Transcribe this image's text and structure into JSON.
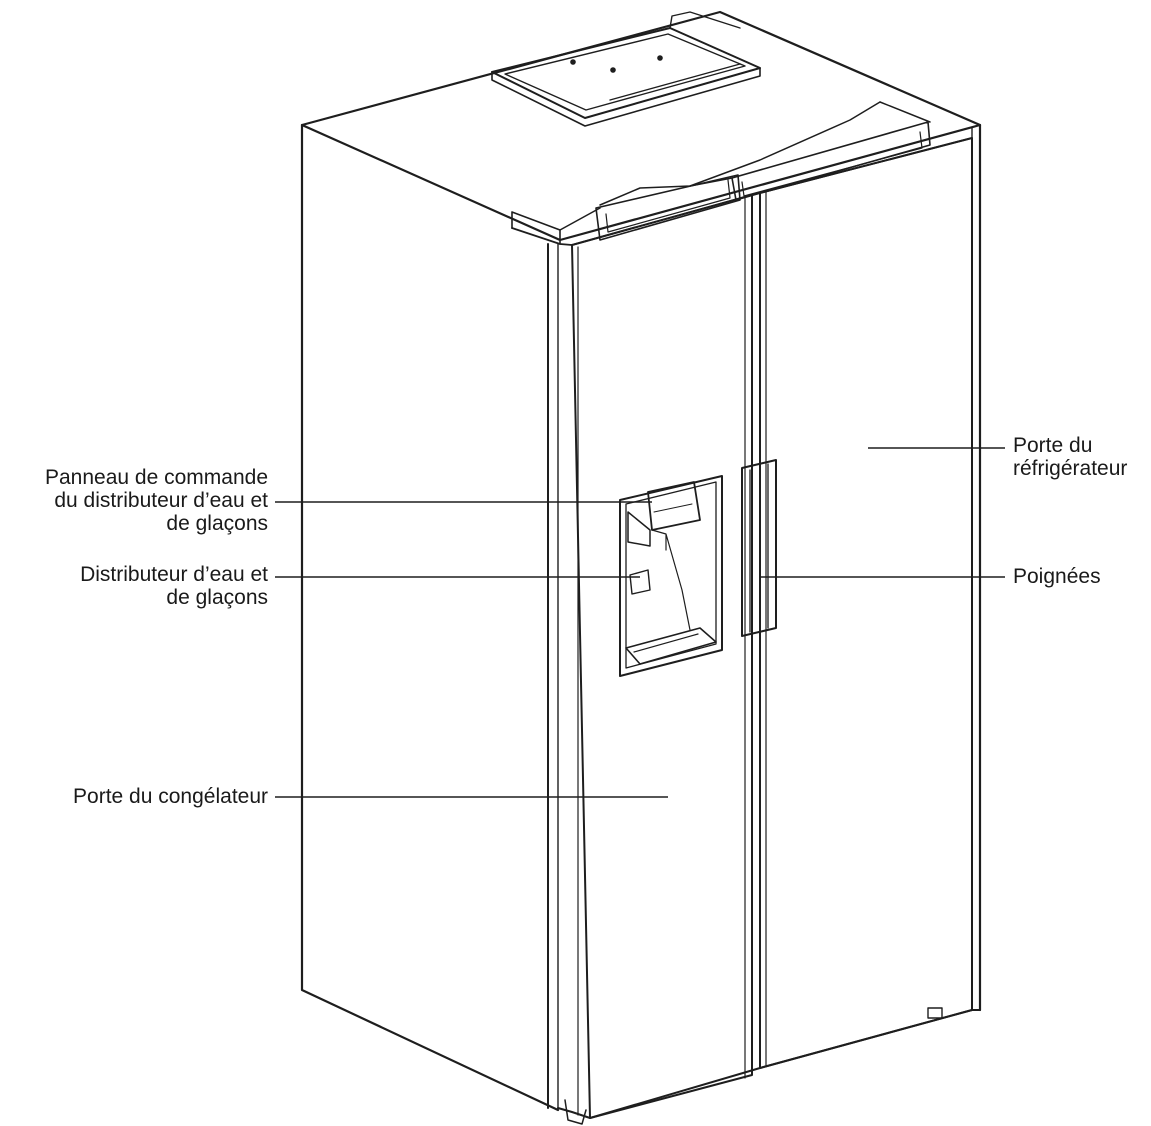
{
  "callouts": {
    "control_panel": [
      "Panneau de commande",
      "du distributeur d’eau et",
      "de glaçons"
    ],
    "dispenser": [
      "Distributeur d’eau et",
      "de glaçons"
    ],
    "freezer_door": [
      "Porte du congélateur"
    ],
    "fridge_door": [
      "Porte du",
      "réfrigérateur"
    ],
    "handles": [
      "Poignées"
    ]
  }
}
